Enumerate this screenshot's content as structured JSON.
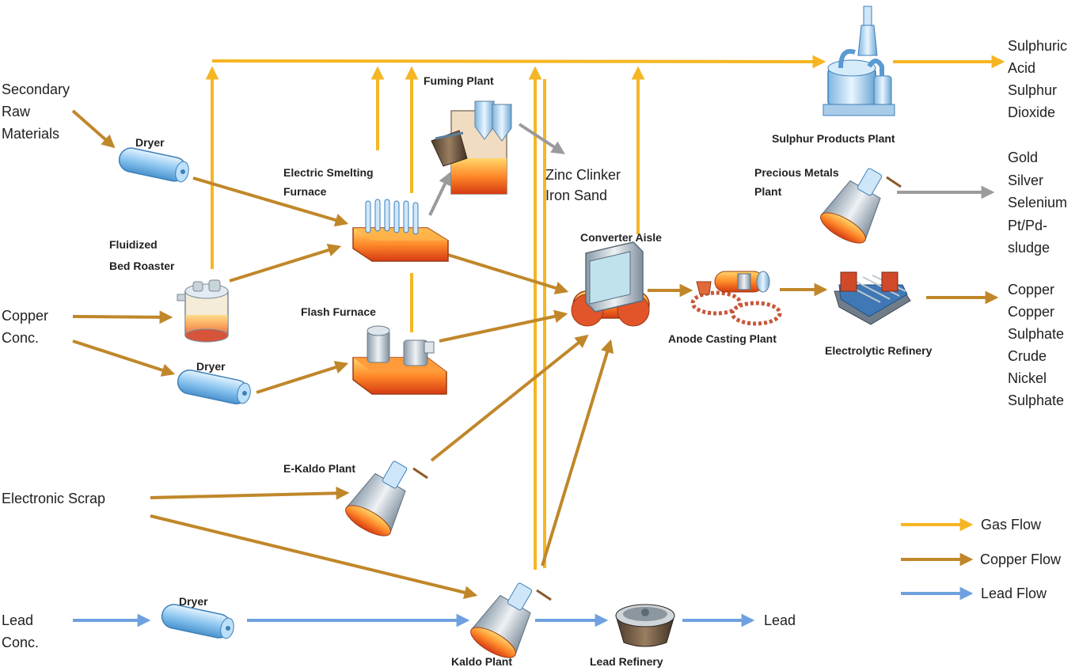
{
  "inputs": {
    "secondary_raw": [
      "Secondary",
      "Raw",
      "Materials"
    ],
    "copper_conc": [
      "Copper",
      "Conc."
    ],
    "electronic_scrap": "Electronic Scrap",
    "lead_conc": [
      "Lead",
      "Conc."
    ]
  },
  "units": {
    "dryer_1": "Dryer",
    "dryer_2": "Dryer",
    "dryer_3": "Dryer",
    "fluidized_bed_roaster": [
      "Fluidized",
      "Bed Roaster"
    ],
    "electric_smelting_furnace": [
      "Electric Smelting",
      "Furnace"
    ],
    "fuming_plant": "Fuming Plant",
    "flash_furnace": "Flash Furnace",
    "converter_aisle": "Converter Aisle",
    "anode_casting_plant": "Anode Casting Plant",
    "electrolytic_refinery": "Electrolytic Refinery",
    "sulphur_products_plant": "Sulphur Products Plant",
    "precious_metals_plant": [
      "Precious Metals",
      "Plant"
    ],
    "e_kaldo_plant": "E-Kaldo Plant",
    "kaldo_plant": "Kaldo Plant",
    "lead_refinery": "Lead Refinery"
  },
  "outputs": {
    "zinc_iron": [
      "Zinc Clinker",
      "Iron Sand"
    ],
    "sulphur": [
      "Sulphuric",
      "Acid",
      "Sulphur",
      "Dioxide"
    ],
    "precious": [
      "Gold",
      "Silver",
      "Selenium",
      "Pt/Pd-",
      "sludge"
    ],
    "copper": [
      "Copper",
      "Copper",
      "Sulphate",
      "Crude",
      "Nickel",
      "Sulphate"
    ],
    "lead": "Lead"
  },
  "legend": {
    "gas": {
      "label": "Gas Flow",
      "color": "#f6b623"
    },
    "copper": {
      "label": "Copper Flow",
      "color": "#c0872a"
    },
    "lead": {
      "label": "Lead Flow",
      "color": "#6fa1e0"
    }
  },
  "colors": {
    "other": "#9b9b9b"
  }
}
